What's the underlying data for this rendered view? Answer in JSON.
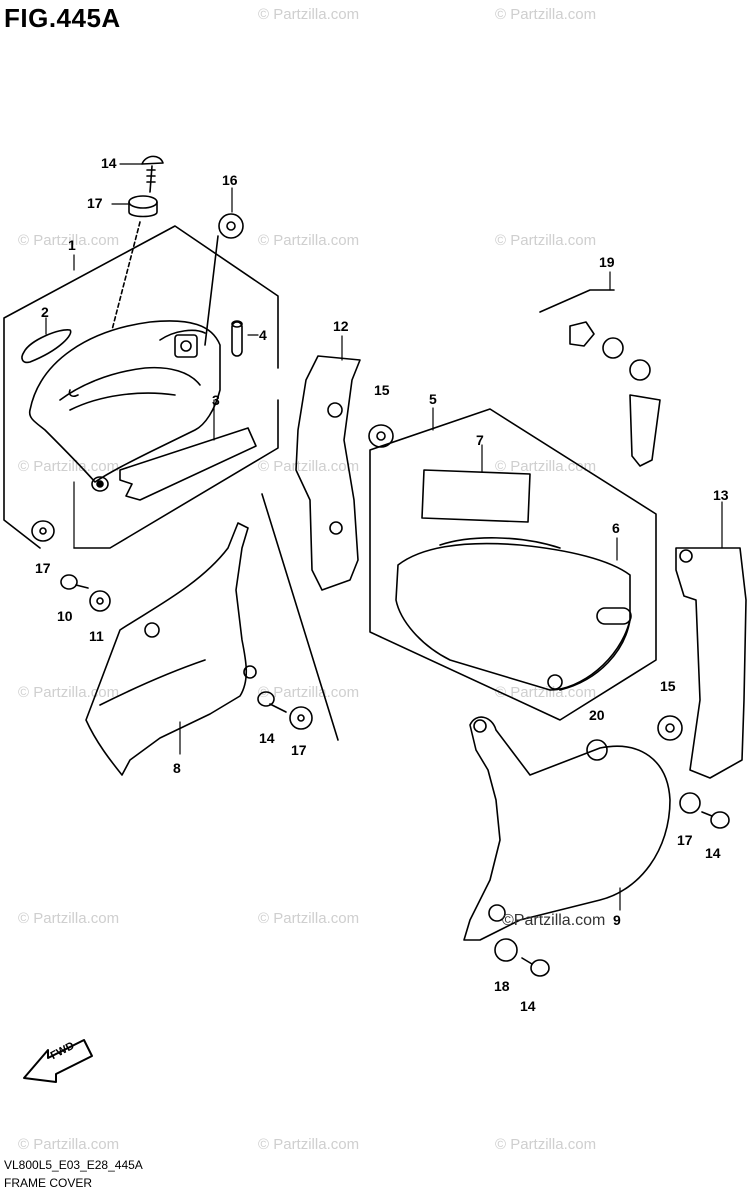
{
  "figure_title": "FIG.445A",
  "footer_code": "VL800L5_E03_E28_445A",
  "footer_name": "FRAME COVER",
  "watermark_text": "© Partzilla.com",
  "watermark_main": "©Partzilla.com",
  "fwd_label": "FWD",
  "parts": {
    "p1": "1",
    "p2": "2",
    "p3": "3",
    "p4": "4",
    "p5": "5",
    "p6": "6",
    "p7": "7",
    "p8": "8",
    "p9": "9",
    "p10": "10",
    "p11": "11",
    "p12": "12",
    "p13": "13",
    "p14": "14",
    "p15": "15",
    "p16": "16",
    "p17": "17",
    "p18": "18",
    "p19": "19",
    "p20": "20"
  }
}
